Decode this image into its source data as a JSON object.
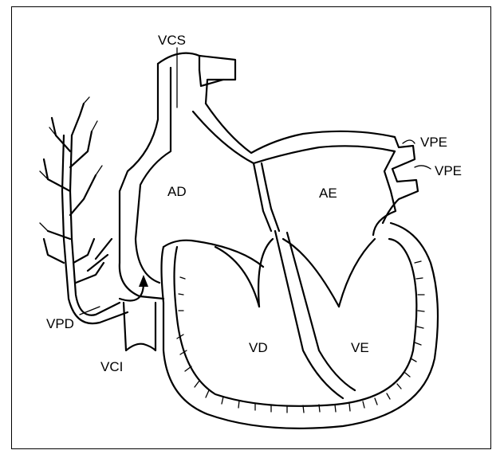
{
  "labels": {
    "vcs": "VCS",
    "ad": "AD",
    "ae": "AE",
    "vpe_top": "VPE",
    "vpe_bottom": "VPE",
    "vd": "VD",
    "ve": "VE",
    "vpd": "VPD",
    "vci": "VCI"
  },
  "colors": {
    "ink": "#000000",
    "background": "#ffffff"
  }
}
